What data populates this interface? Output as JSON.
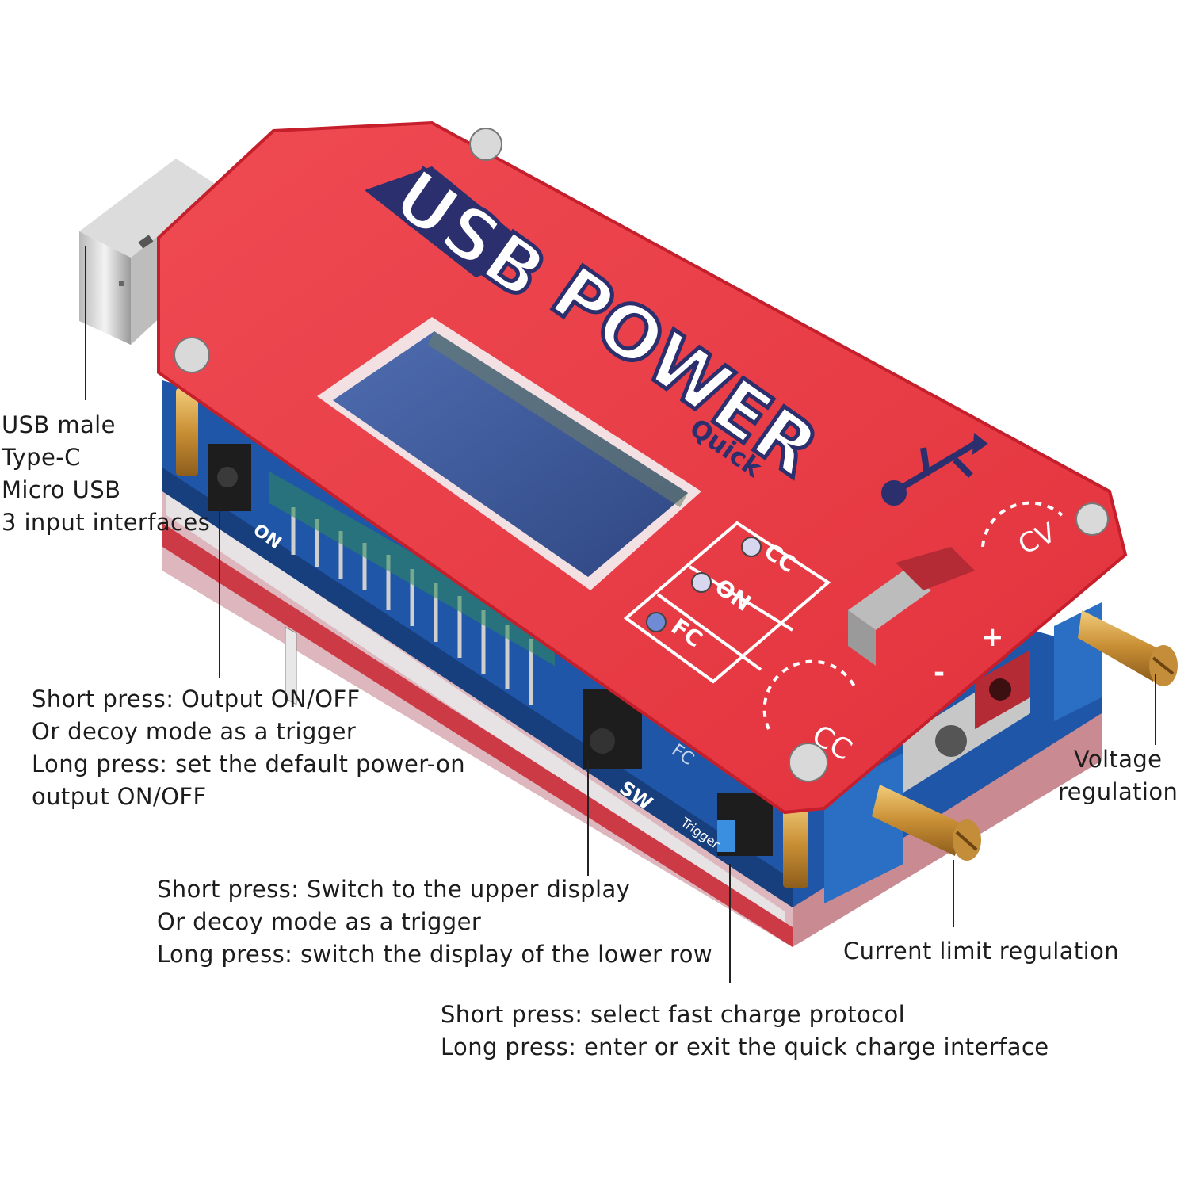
{
  "device": {
    "brand_line1": "USB",
    "brand_line2": "POWER",
    "brand_sub": "Quick",
    "panel_cc": "CC",
    "panel_on": "ON",
    "panel_fc": "FC",
    "dial_cv": "CV",
    "dial_cc": "CC",
    "board_on": "ON",
    "board_sw": "SW",
    "board_fc": "FC",
    "board_trigger": "Trigger",
    "polarity_minus": "-",
    "polarity_plus": "+"
  },
  "colors": {
    "shell": "#e8343f",
    "shell_dark": "#c51f2c",
    "board": "#1f56a8",
    "brass": "#d7a24a",
    "lcd": "#3f5e9a",
    "text": "#1c1c1c"
  },
  "annotations": {
    "usb_inputs": [
      "USB male",
      "Type-C",
      "Micro USB",
      "3 input interfaces"
    ],
    "on_button": [
      "Short press: Output ON/OFF",
      "Or decoy mode as a trigger",
      "Long press: set the default power-on",
      "output ON/OFF"
    ],
    "sw_button": [
      "Short press: Switch to the upper display",
      "Or decoy mode as a trigger",
      "Long press: switch the display of the lower row"
    ],
    "fc_button": [
      "Short press: select fast charge protocol",
      "Long press: enter or exit the quick charge interface"
    ],
    "voltage": [
      "Voltage",
      "regulation"
    ],
    "current": [
      "Current limit regulation"
    ]
  }
}
